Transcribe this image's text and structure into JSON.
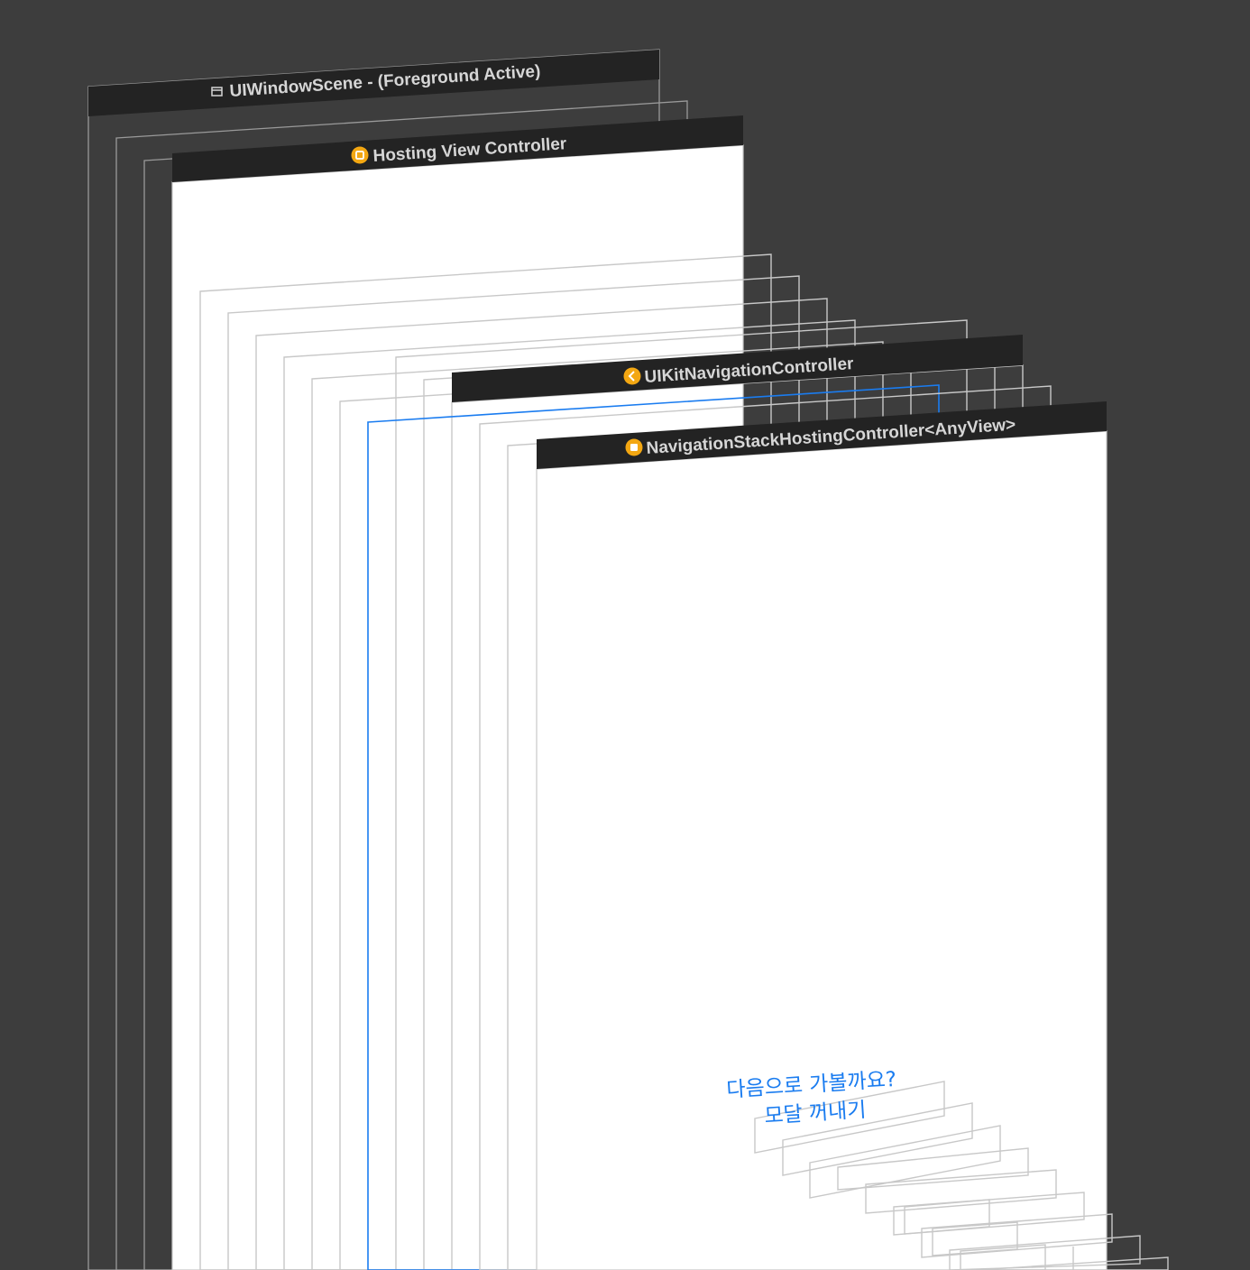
{
  "colors": {
    "background": "#3d3d3d",
    "header_bar": "#232323",
    "header_text": "#d6d6d6",
    "layer_outline": "#c8c8c8",
    "selection": "#1a7cf0",
    "controller_badge": "#f3a712"
  },
  "layers": {
    "window_scene": {
      "title": "UIWindowScene - (Foreground Active)",
      "icon": "window-icon"
    },
    "hosting_view_controller": {
      "title": "Hosting View Controller",
      "icon": "view-controller-badge-icon"
    },
    "navigation_controller": {
      "title": "UIKitNavigationController",
      "icon": "navigation-controller-badge-icon"
    },
    "stack_hosting_controller": {
      "title": "NavigationStackHostingController<AnyView>",
      "icon": "view-controller-badge-icon"
    }
  },
  "content": {
    "next_button_label": "다음으로 가볼까요?",
    "modal_button_label": "모달 꺼내기"
  }
}
